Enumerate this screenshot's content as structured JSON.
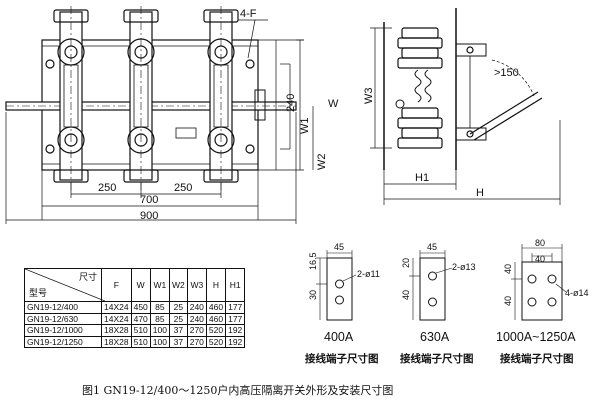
{
  "front_view": {
    "dims": {
      "f_label": "4-F",
      "d240": "240",
      "w": "W",
      "w1": "W1",
      "w2": "W2",
      "d250a": "250",
      "d250b": "250",
      "d700": "700",
      "d900": "900"
    }
  },
  "side_view": {
    "dims": {
      "w3": "W3",
      "h1": "H1",
      "h": "H",
      "angle": ">150"
    }
  },
  "table": {
    "corner_top": "尺寸",
    "corner_bottom": "型号",
    "columns": [
      "F",
      "W",
      "W1",
      "W2",
      "W3",
      "H",
      "H1"
    ],
    "rows": [
      {
        "model": "GN19-12/400",
        "values": [
          "14X24",
          "450",
          "85",
          "25",
          "240",
          "460",
          "177"
        ]
      },
      {
        "model": "GN19-12/630",
        "values": [
          "14X24",
          "470",
          "85",
          "25",
          "240",
          "460",
          "177"
        ]
      },
      {
        "model": "GN19-12/1000",
        "values": [
          "18X28",
          "510",
          "100",
          "37",
          "270",
          "520",
          "192"
        ]
      },
      {
        "model": "GN19-12/1250",
        "values": [
          "18X28",
          "510",
          "100",
          "37",
          "270",
          "520",
          "192"
        ]
      }
    ]
  },
  "terminals": [
    {
      "rating": "400A",
      "caption": "接线端子尺寸图",
      "d_top": "16.5",
      "d_width": "45",
      "d_left": "30",
      "holes": "2-ø11"
    },
    {
      "rating": "630A",
      "caption": "接线端子尺寸图",
      "d_top": "20",
      "d_width": "45",
      "d_left": "40",
      "holes": "2-ø13"
    },
    {
      "rating": "1000A~1250A",
      "caption": "接线端子尺寸图",
      "d_top": "40",
      "d_width": "80",
      "d_inner": "40",
      "d_left": "40",
      "holes": "4-ø14"
    }
  ],
  "caption": "图1  GN19-12/400～1250户内高压隔离开关外形及安装尺寸图"
}
